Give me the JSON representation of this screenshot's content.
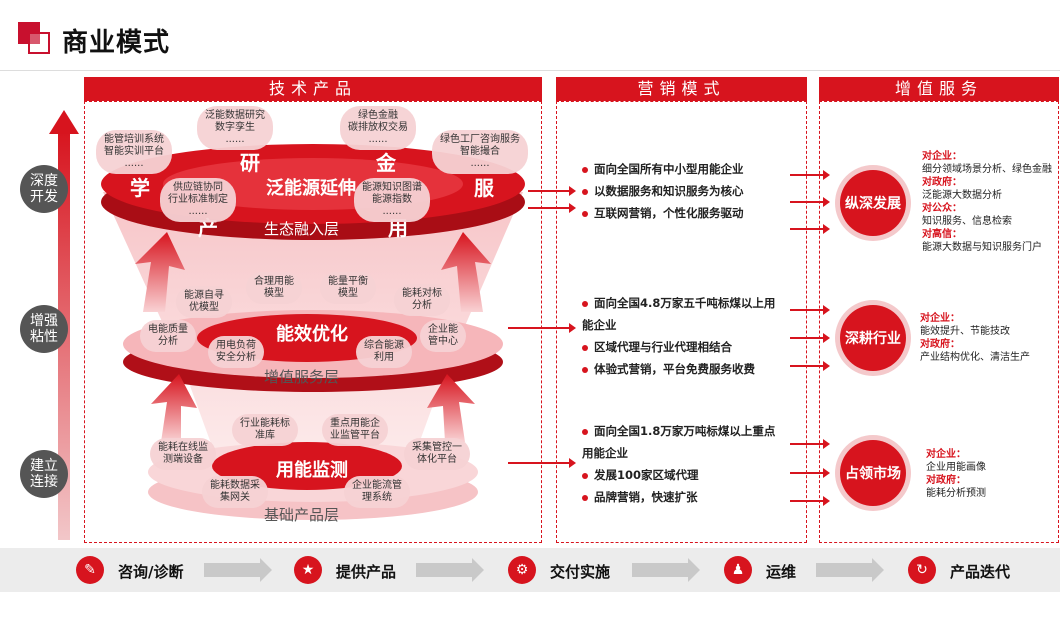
{
  "title": "商业模式",
  "sections": {
    "tech": "技术产品",
    "marketing": "营销模式",
    "value": "增值服务"
  },
  "side_steps": [
    "深度\n开发",
    "增强\n粘性",
    "建立\n连接"
  ],
  "layers": {
    "top": {
      "title": "泛能源延伸",
      "sub": "生态融入层",
      "chars": [
        "学",
        "研",
        "金",
        "服",
        "产",
        "用"
      ],
      "pills": [
        "能管培训系统\n智能实训平台\n......",
        "泛能数据研究\n数字孪生\n......",
        "绿色金融\n碳排放权交易\n......",
        "绿色工厂咨询服务\n智能撮合\n......",
        "供应链协同\n行业标准制定\n......",
        "能源知识图谱\n能源指数\n......"
      ]
    },
    "mid": {
      "title": "能效优化",
      "sub": "增值服务层",
      "pills": [
        "能源自寻\n优模型",
        "合理用能\n模型",
        "能量平衡\n模型",
        "能耗对标\n分析",
        "电能质量\n分析",
        "用电负荷\n安全分析",
        "综合能源\n利用",
        "企业能\n管中心"
      ]
    },
    "bot": {
      "title": "用能监测",
      "sub": "基础产品层",
      "pills": [
        "行业能耗标\n准库",
        "重点用能企\n业监管平台",
        "能耗在线监\n测端设备",
        "采集管控一\n体化平台",
        "能耗数据采\n集网关",
        "企业能流管\n理系统"
      ]
    }
  },
  "marketing": {
    "group1": [
      "面向全国所有中小型用能企业",
      "以数据服务和知识服务为核心",
      "互联网营销，个性化服务驱动"
    ],
    "group2": [
      "面向全国4.8万家五千吨标煤以上用",
      "能企业",
      "区域代理与行业代理相结合",
      "体验式营销，平台免费服务收费"
    ],
    "group3": [
      "面向全国1.8万家万吨标煤以上重点",
      "用能企业",
      "发展100家区域代理",
      "品牌营销，快速扩张"
    ]
  },
  "value_services": [
    {
      "name": "纵深发展",
      "items": [
        {
          "label": "对企业：",
          "text": "细分领域场景分析、绿色金融"
        },
        {
          "label": "对政府：",
          "text": "泛能源大数据分析"
        },
        {
          "label": "对公众：",
          "text": "知识服务、信息检索"
        },
        {
          "label": "对高信：",
          "text": "能源大数据与知识服务门户"
        }
      ]
    },
    {
      "name": "深耕行业",
      "items": [
        {
          "label": "对企业：",
          "text": "能效提升、节能技改"
        },
        {
          "label": "对政府：",
          "text": "产业结构优化、清洁生产"
        }
      ]
    },
    {
      "name": "占领市场",
      "items": [
        {
          "label": "对企业：",
          "text": "企业用能画像"
        },
        {
          "label": "对政府：",
          "text": "能耗分析预测"
        }
      ]
    }
  ],
  "steps": [
    {
      "label": "咨询/诊断",
      "icon": "consult-icon",
      "glyph": "✎"
    },
    {
      "label": "提供产品",
      "icon": "star-icon",
      "glyph": "★"
    },
    {
      "label": "交付实施",
      "icon": "tools-icon",
      "glyph": "⚙"
    },
    {
      "label": "运维",
      "icon": "people-icon",
      "glyph": "♟"
    },
    {
      "label": "产品迭代",
      "icon": "refresh-icon",
      "glyph": "↻"
    }
  ],
  "colors": {
    "accent": "#d7141e",
    "side": "#555555"
  }
}
